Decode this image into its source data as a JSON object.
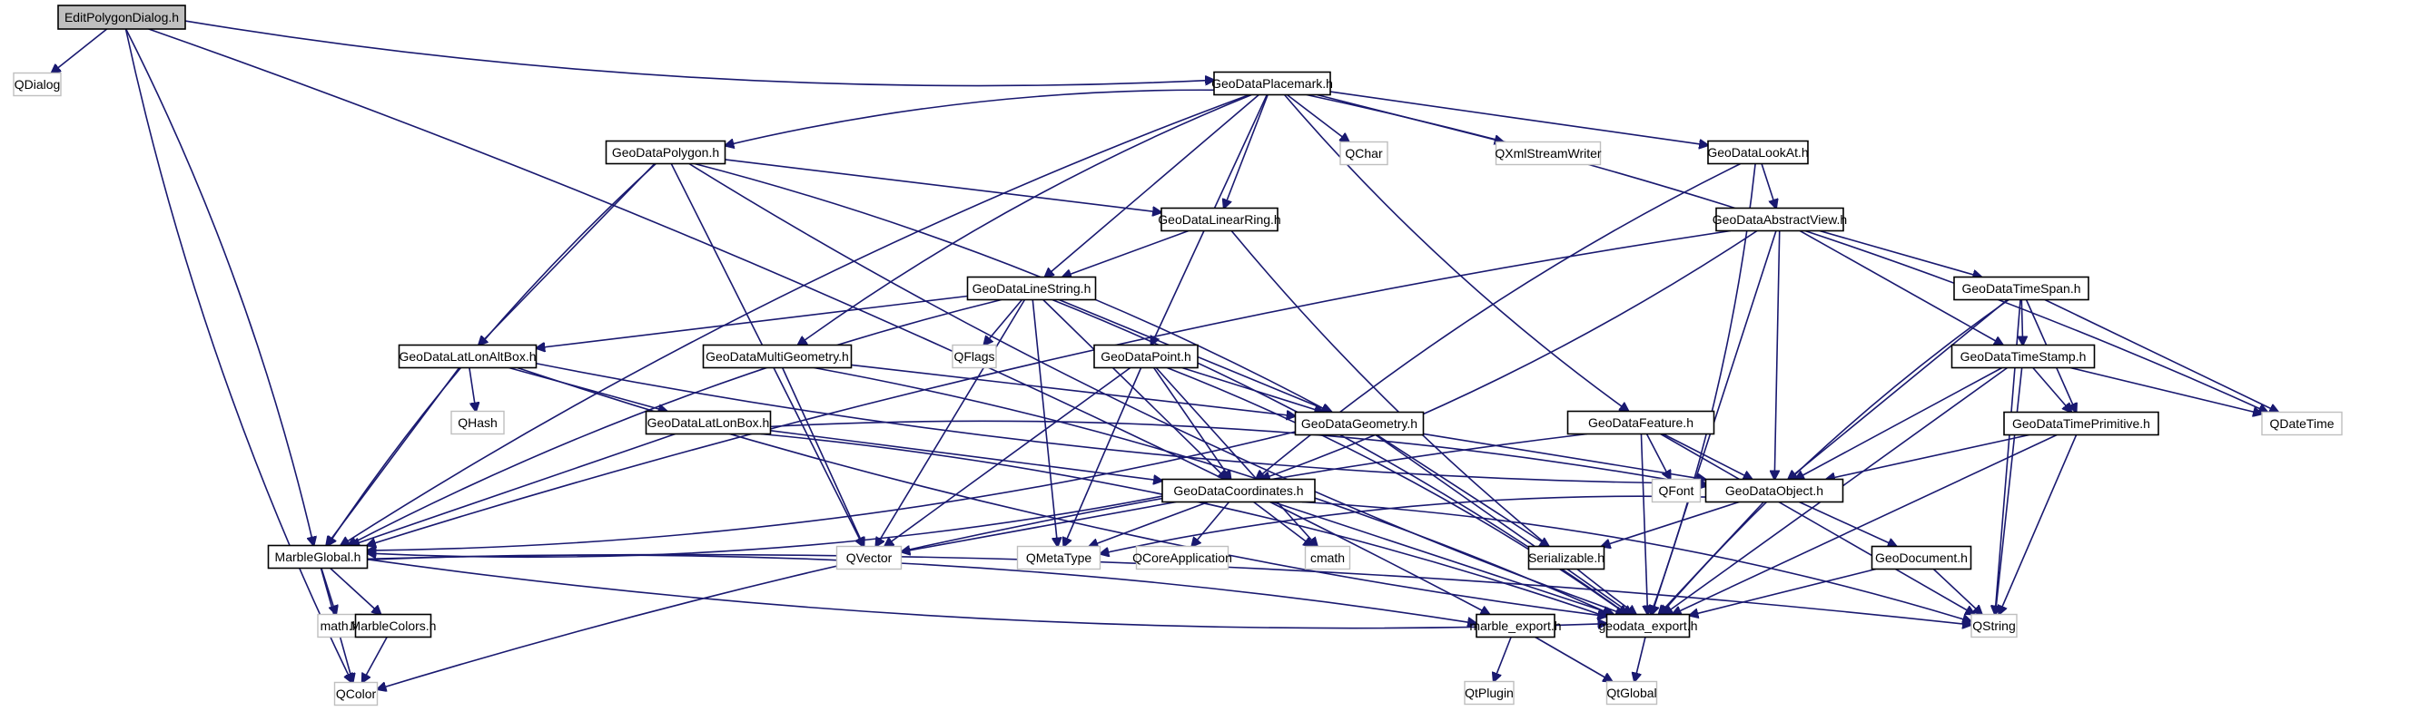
{
  "graph": {
    "title": "EditPolygonDialog.h",
    "edge_color": "#191970",
    "nodes": [
      {
        "id": "EditPolygonDialog",
        "label": "EditPolygonDialog.h",
        "kind": "root"
      },
      {
        "id": "QDialog",
        "label": "QDialog",
        "kind": "external"
      },
      {
        "id": "GeoDataPlacemark",
        "label": "GeoDataPlacemark.h",
        "kind": "header"
      },
      {
        "id": "GeoDataPolygon",
        "label": "GeoDataPolygon.h",
        "kind": "header"
      },
      {
        "id": "QChar",
        "label": "QChar",
        "kind": "external"
      },
      {
        "id": "QXmlStreamWriter",
        "label": "QXmlStreamWriter",
        "kind": "external"
      },
      {
        "id": "GeoDataLookAt",
        "label": "GeoDataLookAt.h",
        "kind": "header"
      },
      {
        "id": "GeoDataLinearRing",
        "label": "GeoDataLinearRing.h",
        "kind": "header"
      },
      {
        "id": "GeoDataAbstractView",
        "label": "GeoDataAbstractView.h",
        "kind": "header"
      },
      {
        "id": "GeoDataLineString",
        "label": "GeoDataLineString.h",
        "kind": "header"
      },
      {
        "id": "GeoDataTimeSpan",
        "label": "GeoDataTimeSpan.h",
        "kind": "header"
      },
      {
        "id": "GeoDataLatLonAltBox",
        "label": "GeoDataLatLonAltBox.h",
        "kind": "header"
      },
      {
        "id": "GeoDataMultiGeometry",
        "label": "GeoDataMultiGeometry.h",
        "kind": "header"
      },
      {
        "id": "QFlags",
        "label": "QFlags",
        "kind": "external"
      },
      {
        "id": "GeoDataPoint",
        "label": "GeoDataPoint.h",
        "kind": "header"
      },
      {
        "id": "GeoDataTimeStamp",
        "label": "GeoDataTimeStamp.h",
        "kind": "header"
      },
      {
        "id": "QHash",
        "label": "QHash",
        "kind": "external"
      },
      {
        "id": "GeoDataLatLonBox",
        "label": "GeoDataLatLonBox.h",
        "kind": "header"
      },
      {
        "id": "GeoDataGeometry",
        "label": "GeoDataGeometry.h",
        "kind": "header"
      },
      {
        "id": "GeoDataFeature",
        "label": "GeoDataFeature.h",
        "kind": "header"
      },
      {
        "id": "GeoDataTimePrimitive",
        "label": "GeoDataTimePrimitive.h",
        "kind": "header"
      },
      {
        "id": "QDateTime",
        "label": "QDateTime",
        "kind": "external"
      },
      {
        "id": "GeoDataCoordinates",
        "label": "GeoDataCoordinates.h",
        "kind": "header"
      },
      {
        "id": "QFont",
        "label": "QFont",
        "kind": "external"
      },
      {
        "id": "GeoDataObject",
        "label": "GeoDataObject.h",
        "kind": "header"
      },
      {
        "id": "MarbleGlobal",
        "label": "MarbleGlobal.h",
        "kind": "header"
      },
      {
        "id": "QVector",
        "label": "QVector",
        "kind": "external"
      },
      {
        "id": "QMetaType",
        "label": "QMetaType",
        "kind": "external"
      },
      {
        "id": "QCoreApplication",
        "label": "QCoreApplication",
        "kind": "external"
      },
      {
        "id": "cmath",
        "label": "cmath",
        "kind": "external"
      },
      {
        "id": "Serializable",
        "label": "Serializable.h",
        "kind": "header"
      },
      {
        "id": "GeoDocument",
        "label": "GeoDocument.h",
        "kind": "header"
      },
      {
        "id": "mathh",
        "label": "math.h",
        "kind": "external"
      },
      {
        "id": "MarbleColors",
        "label": "MarbleColors.h",
        "kind": "header"
      },
      {
        "id": "marble_export",
        "label": "marble_export.h",
        "kind": "header"
      },
      {
        "id": "geodata_export",
        "label": "geodata_export.h",
        "kind": "header"
      },
      {
        "id": "QString",
        "label": "QString",
        "kind": "external"
      },
      {
        "id": "QColor",
        "label": "QColor",
        "kind": "external"
      },
      {
        "id": "QtPlugin",
        "label": "QtPlugin",
        "kind": "external"
      },
      {
        "id": "QtGlobal",
        "label": "QtGlobal",
        "kind": "external"
      }
    ],
    "edges": [
      [
        "EditPolygonDialog",
        "QDialog"
      ],
      [
        "EditPolygonDialog",
        "GeoDataPlacemark"
      ],
      [
        "EditPolygonDialog",
        "MarbleGlobal"
      ],
      [
        "EditPolygonDialog",
        "QColor"
      ],
      [
        "EditPolygonDialog",
        "marble_export"
      ],
      [
        "GeoDataPlacemark",
        "GeoDataPolygon"
      ],
      [
        "GeoDataPlacemark",
        "QChar"
      ],
      [
        "GeoDataPlacemark",
        "QXmlStreamWriter"
      ],
      [
        "GeoDataPlacemark",
        "GeoDataLookAt"
      ],
      [
        "GeoDataPlacemark",
        "GeoDataLinearRing"
      ],
      [
        "GeoDataPlacemark",
        "GeoDataLineString"
      ],
      [
        "GeoDataPlacemark",
        "GeoDataMultiGeometry"
      ],
      [
        "GeoDataPlacemark",
        "GeoDataPoint"
      ],
      [
        "GeoDataPlacemark",
        "GeoDataFeature"
      ],
      [
        "GeoDataPlacemark",
        "QDateTime"
      ],
      [
        "GeoDataPlacemark",
        "MarbleGlobal"
      ],
      [
        "GeoDataPolygon",
        "GeoDataLinearRing"
      ],
      [
        "GeoDataPolygon",
        "GeoDataLatLonAltBox"
      ],
      [
        "GeoDataPolygon",
        "GeoDataGeometry"
      ],
      [
        "GeoDataPolygon",
        "MarbleGlobal"
      ],
      [
        "GeoDataPolygon",
        "QVector"
      ],
      [
        "GeoDataPolygon",
        "geodata_export"
      ],
      [
        "GeoDataLinearRing",
        "GeoDataLineString"
      ],
      [
        "GeoDataLinearRing",
        "geodata_export"
      ],
      [
        "GeoDataLookAt",
        "GeoDataAbstractView"
      ],
      [
        "GeoDataLookAt",
        "GeoDataCoordinates"
      ],
      [
        "GeoDataLookAt",
        "geodata_export"
      ],
      [
        "GeoDataAbstractView",
        "GeoDataTimeSpan"
      ],
      [
        "GeoDataAbstractView",
        "GeoDataTimeStamp"
      ],
      [
        "GeoDataAbstractView",
        "GeoDataObject"
      ],
      [
        "GeoDataAbstractView",
        "GeoDataCoordinates"
      ],
      [
        "GeoDataAbstractView",
        "MarbleGlobal"
      ],
      [
        "GeoDataAbstractView",
        "geodata_export"
      ],
      [
        "GeoDataLineString",
        "GeoDataLatLonAltBox"
      ],
      [
        "GeoDataLineString",
        "QFlags"
      ],
      [
        "GeoDataLineString",
        "GeoDataGeometry"
      ],
      [
        "GeoDataLineString",
        "GeoDataCoordinates"
      ],
      [
        "GeoDataLineString",
        "MarbleGlobal"
      ],
      [
        "GeoDataLineString",
        "QVector"
      ],
      [
        "GeoDataLineString",
        "QMetaType"
      ],
      [
        "GeoDataLineString",
        "geodata_export"
      ],
      [
        "GeoDataTimeSpan",
        "GeoDataTimeStamp"
      ],
      [
        "GeoDataTimeSpan",
        "GeoDataTimePrimitive"
      ],
      [
        "GeoDataTimeSpan",
        "QDateTime"
      ],
      [
        "GeoDataTimeSpan",
        "GeoDataObject"
      ],
      [
        "GeoDataTimeSpan",
        "geodata_export"
      ],
      [
        "GeoDataTimeSpan",
        "QString"
      ],
      [
        "GeoDataTimeStamp",
        "GeoDataTimePrimitive"
      ],
      [
        "GeoDataTimeStamp",
        "QDateTime"
      ],
      [
        "GeoDataTimeStamp",
        "GeoDataObject"
      ],
      [
        "GeoDataTimeStamp",
        "geodata_export"
      ],
      [
        "GeoDataTimeStamp",
        "QString"
      ],
      [
        "GeoDataTimePrimitive",
        "GeoDataObject"
      ],
      [
        "GeoDataTimePrimitive",
        "geodata_export"
      ],
      [
        "GeoDataTimePrimitive",
        "QString"
      ],
      [
        "GeoDataLatLonAltBox",
        "QHash"
      ],
      [
        "GeoDataLatLonAltBox",
        "GeoDataLatLonBox"
      ],
      [
        "GeoDataLatLonAltBox",
        "GeoDataObject"
      ],
      [
        "GeoDataLatLonAltBox",
        "MarbleGlobal"
      ],
      [
        "GeoDataLatLonAltBox",
        "geodata_export"
      ],
      [
        "GeoDataMultiGeometry",
        "GeoDataGeometry"
      ],
      [
        "GeoDataMultiGeometry",
        "QVector"
      ],
      [
        "GeoDataMultiGeometry",
        "geodata_export"
      ],
      [
        "GeoDataLatLonBox",
        "GeoDataCoordinates"
      ],
      [
        "GeoDataLatLonBox",
        "GeoDataObject"
      ],
      [
        "GeoDataLatLonBox",
        "MarbleGlobal"
      ],
      [
        "GeoDataLatLonBox",
        "geodata_export"
      ],
      [
        "GeoDataPoint",
        "GeoDataGeometry"
      ],
      [
        "GeoDataPoint",
        "GeoDataCoordinates"
      ],
      [
        "GeoDataPoint",
        "QVector"
      ],
      [
        "GeoDataPoint",
        "QMetaType"
      ],
      [
        "GeoDataPoint",
        "cmath"
      ],
      [
        "GeoDataPoint",
        "geodata_export"
      ],
      [
        "GeoDataGeometry",
        "GeoDataObject"
      ],
      [
        "GeoDataGeometry",
        "MarbleGlobal"
      ],
      [
        "GeoDataGeometry",
        "Serializable"
      ],
      [
        "GeoDataGeometry",
        "geodata_export"
      ],
      [
        "GeoDataFeature",
        "GeoDataObject"
      ],
      [
        "GeoDataFeature",
        "QFont"
      ],
      [
        "GeoDataFeature",
        "QColor"
      ],
      [
        "GeoDataFeature",
        "geodata_export"
      ],
      [
        "GeoDataFeature",
        "QString"
      ],
      [
        "GeoDataCoordinates",
        "MarbleGlobal"
      ],
      [
        "GeoDataCoordinates",
        "QVector"
      ],
      [
        "GeoDataCoordinates",
        "QMetaType"
      ],
      [
        "GeoDataCoordinates",
        "QCoreApplication"
      ],
      [
        "GeoDataCoordinates",
        "cmath"
      ],
      [
        "GeoDataCoordinates",
        "geodata_export"
      ],
      [
        "GeoDataCoordinates",
        "QString"
      ],
      [
        "GeoDataObject",
        "Serializable"
      ],
      [
        "GeoDataObject",
        "GeoDocument"
      ],
      [
        "GeoDataObject",
        "QMetaType"
      ],
      [
        "GeoDataObject",
        "geodata_export"
      ],
      [
        "GeoDocument",
        "QString"
      ],
      [
        "GeoDocument",
        "geodata_export"
      ],
      [
        "MarbleGlobal",
        "mathh"
      ],
      [
        "MarbleGlobal",
        "MarbleColors"
      ],
      [
        "MarbleGlobal",
        "QColor"
      ],
      [
        "MarbleGlobal",
        "marble_export"
      ],
      [
        "MarbleGlobal",
        "geodata_export"
      ],
      [
        "MarbleGlobal",
        "QString"
      ],
      [
        "MarbleColors",
        "QColor"
      ],
      [
        "marble_export",
        "QtPlugin"
      ],
      [
        "marble_export",
        "QtGlobal"
      ],
      [
        "geodata_export",
        "QtGlobal"
      ]
    ]
  }
}
